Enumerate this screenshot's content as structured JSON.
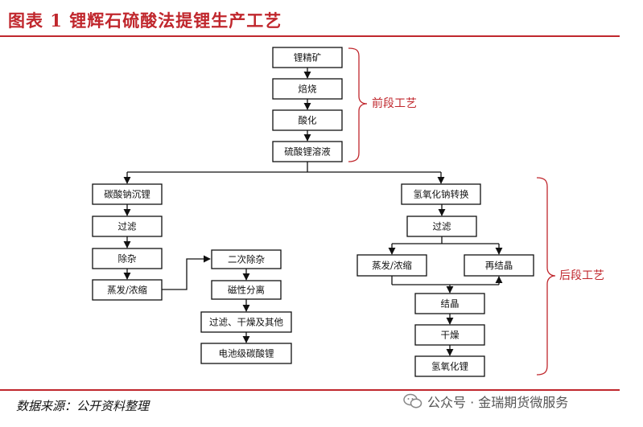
{
  "header": {
    "title": "图表 1 锂辉石硫酸法提锂生产工艺"
  },
  "flow": {
    "stages": {
      "front": "前段工艺",
      "back": "后段工艺"
    },
    "top": [
      "锂精矿",
      "焙烧",
      "酸化",
      "硫酸锂溶液"
    ],
    "left": [
      "碳酸钠沉锂",
      "过滤",
      "除杂",
      "蒸发/浓缩"
    ],
    "middle": [
      "二次除杂",
      "磁性分离",
      "过滤、干燥及其他",
      "电池级碳酸锂"
    ],
    "right": {
      "start": "氢氧化钠转换",
      "filter": "过滤",
      "evaporate": "蒸发/浓缩",
      "recrystallize": "再结晶",
      "crystallize": "结晶",
      "dry": "干燥",
      "product": "氢氧化锂"
    }
  },
  "footer": {
    "source": "数据来源：公开资料整理",
    "watermark": "公众号 · 金瑞期货微服务"
  },
  "colors": {
    "accent": "#c0272d",
    "line": "#111111"
  }
}
